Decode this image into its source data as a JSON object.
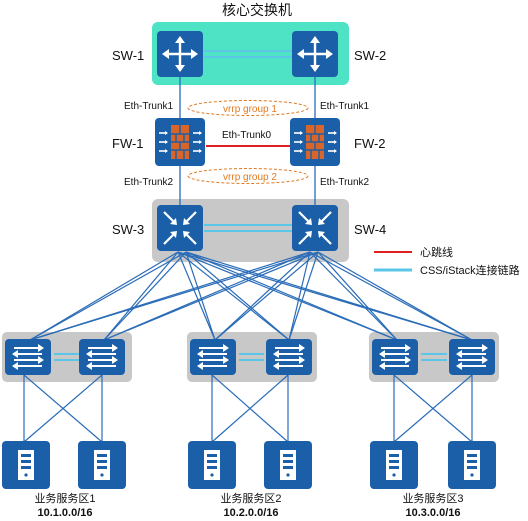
{
  "title": "核心交换机",
  "devices": {
    "sw1": "SW-1",
    "sw2": "SW-2",
    "fw1": "FW-1",
    "fw2": "FW-2",
    "sw3": "SW-3",
    "sw4": "SW-4"
  },
  "links": {
    "eth_trunk1_left": "Eth-Trunk1",
    "eth_trunk1_right": "Eth-Trunk1",
    "eth_trunk0": "Eth-Trunk0",
    "eth_trunk2_left": "Eth-Trunk2",
    "eth_trunk2_right": "Eth-Trunk2",
    "vrrp1": "vrrp group 1",
    "vrrp2": "vrrp group 2"
  },
  "legend": {
    "heartbeat": "心跳线",
    "css": "CSS/iStack连接链路"
  },
  "zones": [
    {
      "name": "业务服务区1",
      "subnet": "10.1.0.0/16"
    },
    {
      "name": "业务服务区2",
      "subnet": "10.2.0.0/16"
    },
    {
      "name": "业务服务区3",
      "subnet": "10.3.0.0/16"
    }
  ],
  "colors": {
    "device_blue": "#1a5fa8",
    "core_bg": "#4de3c4",
    "stack_bg": "#c8c8c8",
    "heartbeat": "#e02020",
    "css_link": "#5bc6e8",
    "cable": "#2a6cb8",
    "vrrp": "#e07b22",
    "firewall": "#d8662a"
  }
}
